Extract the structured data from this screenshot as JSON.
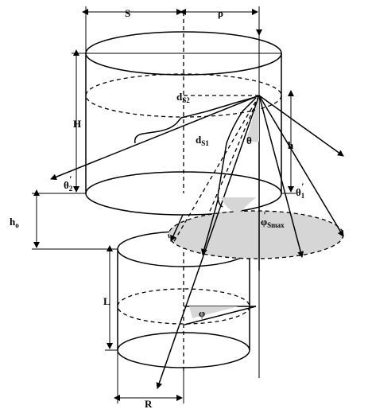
{
  "diagram": {
    "labels": {
      "S": "S",
      "rho": "ρ",
      "H": "H",
      "h": "h",
      "h0": "h",
      "h0_sub": "o",
      "L": "L",
      "R": "R",
      "dS2": "d",
      "dS2_sub": "S2",
      "dS1": "d",
      "dS1_sub": "S1",
      "theta": "θ",
      "theta1p": "θ",
      "theta1p_sub": "1",
      "theta2p": "θ",
      "theta2p_sub": "2",
      "phi": "φ",
      "phiSmax": "φ",
      "phiSmax_sub": "Smax",
      "prime": "′"
    },
    "colors": {
      "line": "#000000",
      "shade": "#d6d6d6",
      "background": "#ffffff"
    }
  }
}
